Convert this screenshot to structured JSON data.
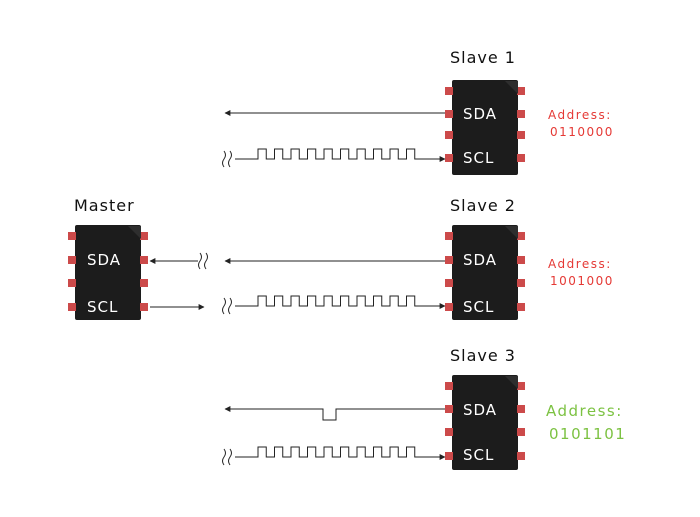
{
  "master": {
    "title": "Master",
    "pins": [
      "SDA",
      "SCL"
    ]
  },
  "slaves": [
    {
      "title": "Slave 1",
      "pins": [
        "SDA",
        "SCL"
      ],
      "address_label": "Address:",
      "address": "0110000"
    },
    {
      "title": "Slave 2",
      "pins": [
        "SDA",
        "SCL"
      ],
      "address_label": "Address:",
      "address": "1001000"
    },
    {
      "title": "Slave 3",
      "pins": [
        "SDA",
        "SCL"
      ],
      "address_label": "Address:",
      "address": "0101101"
    }
  ],
  "colors": {
    "chip_body": "#1c1c1c",
    "chip_pin": "#cc4a4a",
    "chip_text": "#ffffff",
    "wire": "#222222",
    "address_inactive": "#e53935",
    "address_active": "#7cc242"
  },
  "icons": [
    "break-mark-icon",
    "arrow-left-icon",
    "arrow-right-icon",
    "clock-wave-icon"
  ]
}
